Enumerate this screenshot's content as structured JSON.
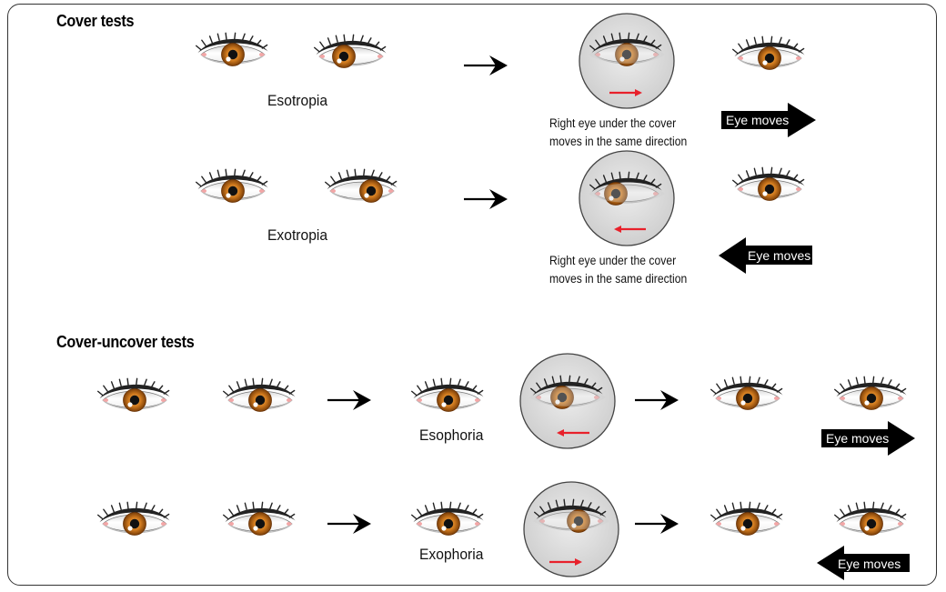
{
  "headings": {
    "cover_tests": "Cover tests",
    "cover_uncover_tests": "Cover-uncover tests"
  },
  "labels": {
    "esotropia": "Esotropia",
    "exotropia": "Exotropia",
    "esophoria": "Esophoria",
    "exophoria": "Exophoria"
  },
  "notes": {
    "esotropia_line1": "Right eye under the cover",
    "esotropia_line2": "moves in the same direction",
    "exotropia_line1": "Right eye under the cover",
    "exotropia_line2": "moves in the same direction"
  },
  "eye_moves_label": "Eye moves",
  "colors": {
    "iris": "#c8741c",
    "iris_dark": "#8a4a0c",
    "pupil": "#111111",
    "sclera": "#ffffff",
    "cover_fill": "#dcdcdc",
    "red_arrow": "#e8212b",
    "badge": "#000000"
  },
  "icons": [
    "eye-icon",
    "cover-icon",
    "right-arrow-icon",
    "red-arrow-icon",
    "eye-moves-badge"
  ]
}
